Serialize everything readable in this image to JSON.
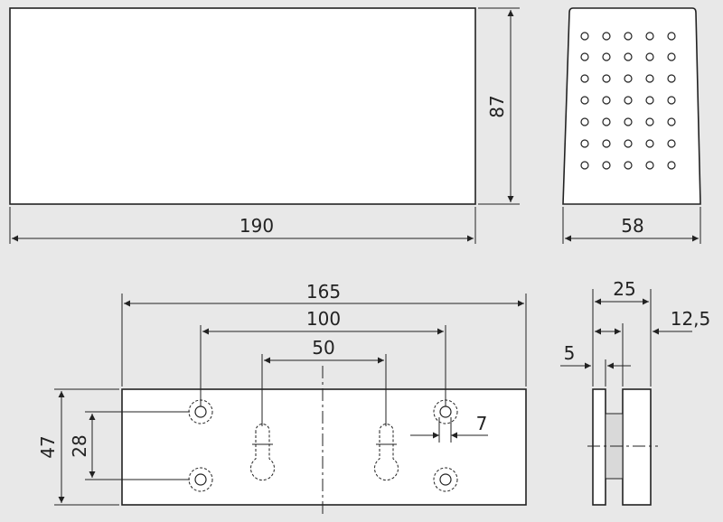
{
  "dimensions": {
    "front_width": "190",
    "front_height": "87",
    "side_depth": "58",
    "plate_width": "165",
    "hole_spacing": "100",
    "keyhole_spacing": "50",
    "plate_height": "47",
    "hole_vertical_spacing": "28",
    "hole_diameter": "7",
    "clamp_depth": "25",
    "clamp_offset": "12,5",
    "glass_gap": "5"
  },
  "colors": {
    "background": "#e8e8e8",
    "part_fill": "#ffffff",
    "line": "#222222",
    "glass": "#d9d9d9"
  }
}
